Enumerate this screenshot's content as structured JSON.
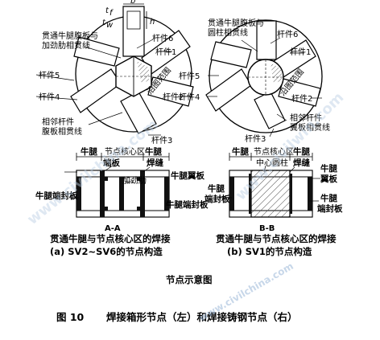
{
  "left_plan": {
    "dim_b": "b",
    "dim_tf": "t",
    "dim_tf_sub": "f",
    "dim_tw": "t",
    "dim_tw_sub": "w",
    "dim_h": "h",
    "label_through_web": "贯通牛腿腹板与",
    "label_through_web2": "加劲肋相贯线",
    "member6": "杆件6",
    "member1": "杆件1",
    "member5": "杆件5",
    "member4": "杆件4",
    "member2": "杆件2",
    "member3": "杆件3",
    "label_adjacent": "相邻杆件",
    "label_adjacent2": "腹板相贯线",
    "weld_text": "沿图范围"
  },
  "right_plan": {
    "label_through_web": "贯通牛腿腹板与",
    "label_through_web2": "圆柱相贯线",
    "member6": "杆件6",
    "member1": "杆件1",
    "member5": "杆件5",
    "member4": "杆件4",
    "member2": "杆件2",
    "member3": "杆件3",
    "label_adjacent": "相邻杆件",
    "label_adjacent2": "翼板相贯线",
    "weld_text": "沿图范围"
  },
  "left_section": {
    "corbel_left": "牛腿",
    "core": "节点核心区",
    "corbel_right": "牛腿",
    "end_plate": "端板",
    "weld_seam": "焊缝",
    "corbel_flange": "牛腿翼板",
    "corbel_end_seal_left": "牛腿端封板",
    "stiffener": "加劲肋",
    "corbel_end_seal_right": "牛腿端封板",
    "section_name": "A-A",
    "desc": "贯通牛腿与节点核心区的焊接",
    "title": "(a) SV2~SV6的节点构造"
  },
  "right_section": {
    "corbel_left": "牛腿",
    "core": "节点核心区",
    "corbel_right": "牛腿",
    "center_column": "中心圆柱",
    "weld_seam": "焊缝",
    "corbel_left2": "牛腿",
    "end_seal_left": "端封板",
    "corbel_flange": "牛腿",
    "corbel_flange2": "翼板",
    "corbel_right2": "牛腿",
    "end_seal_right": "端封板",
    "section_name": "B-B",
    "desc": "贯通牛腿与节点核心区的焊接",
    "title": "(b) SV1的节点构造"
  },
  "footer": {
    "diagram_title": "节点示意图",
    "fig_no": "图 10",
    "caption": "焊接箱形节点（左）和焊接铸钢节点（右）"
  },
  "watermark": {
    "text": "www.civilchina.com",
    "text_right": "www.civilwin.com"
  }
}
